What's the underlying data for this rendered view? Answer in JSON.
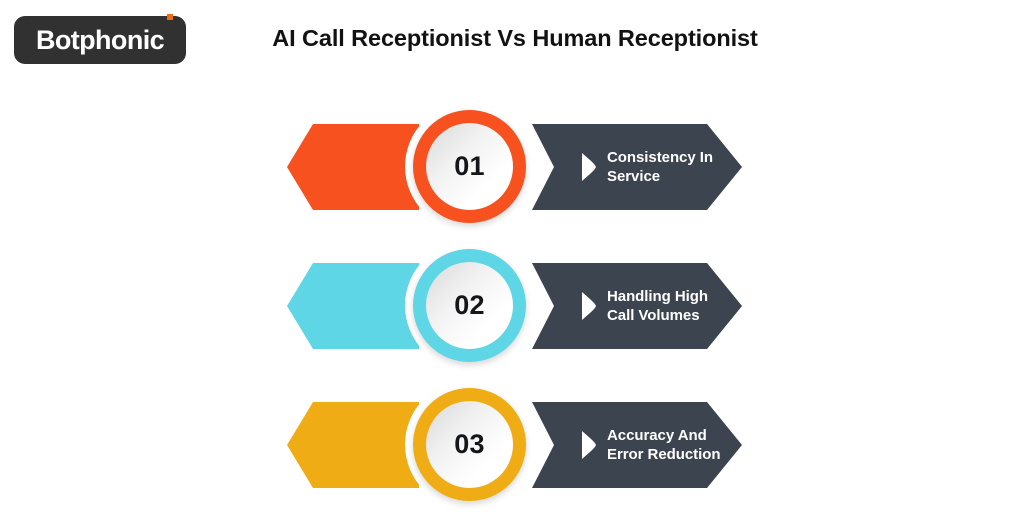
{
  "logo": {
    "text": "Botphonic",
    "badge_color": "#313131",
    "dot_color": "#ef6c17",
    "text_color": "#ffffff"
  },
  "header": {
    "title": "AI Call Receptionist Vs Human Receptionist",
    "title_color": "#121212"
  },
  "canvas": {
    "background": "#ffffff",
    "banner_color": "#3c4450",
    "banner_text_color": "#ffffff",
    "number_color": "#14161a"
  },
  "rows": [
    {
      "number": "01",
      "label": "Consistency In\nService",
      "accent": "#f6511f",
      "bullet": "play-triangle-icon"
    },
    {
      "number": "02",
      "label": "Handling High\nCall Volumes",
      "accent": "#5fd6e6",
      "bullet": "play-triangle-icon"
    },
    {
      "number": "03",
      "label": "Accuracy And\nError Reduction",
      "accent": "#f0ac14",
      "bullet": "play-triangle-icon"
    }
  ]
}
